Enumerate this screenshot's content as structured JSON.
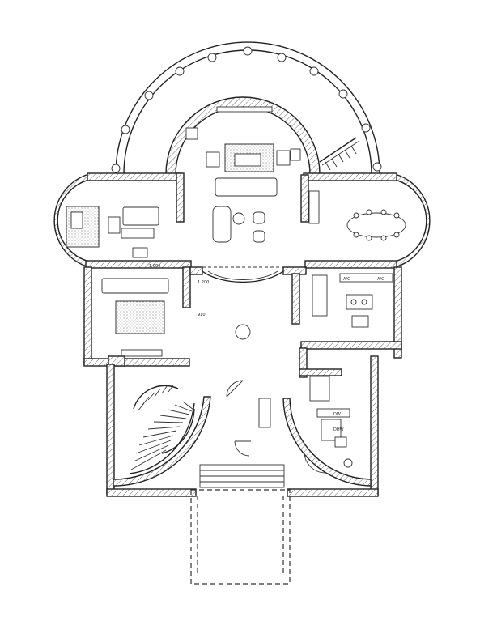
{
  "plan": {
    "labels": {
      "dim_a": "1.000",
      "dim_b": "1.200",
      "dim_c": "910",
      "appliance_1": "A/C",
      "appliance_2": "A/C",
      "appliance_3": "DW",
      "appliance_4": "DHW"
    }
  }
}
